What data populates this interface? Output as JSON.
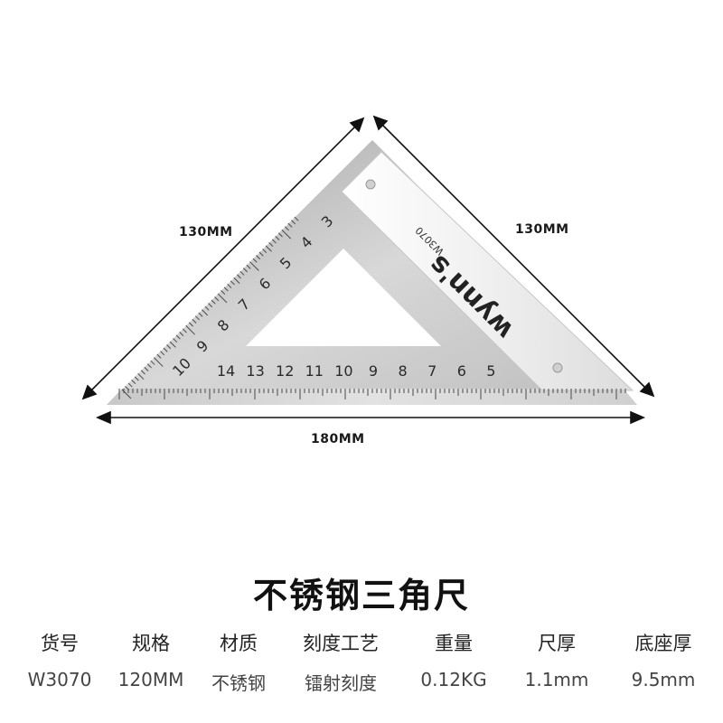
{
  "dimensions": {
    "left_edge": "130MM",
    "right_edge": "130MM",
    "base": "180MM"
  },
  "ruler": {
    "brand_mark": "wynn's",
    "model_mark": "W3070",
    "base_scale_numbers": [
      "14",
      "13",
      "12",
      "11",
      "10",
      "9",
      "8",
      "7",
      "6",
      "5"
    ],
    "side_scale_numbers": [
      "10",
      "9",
      "8",
      "7",
      "6",
      "5",
      "4",
      "3"
    ]
  },
  "title": "不锈钢三角尺",
  "specs": {
    "headers": [
      "货号",
      "规格",
      "材质",
      "刻度工艺",
      "重量",
      "尺厚",
      "底座厚"
    ],
    "values": [
      "W3070",
      "120MM",
      "不锈钢",
      "镭射刻度",
      "0.12KG",
      "1.1mm",
      "9.5mm"
    ]
  },
  "colors": {
    "steel_light": "#e4e4e4",
    "steel_dark": "#a9a9a9",
    "aluminum": "#f4f4f4",
    "text": "#111111"
  }
}
